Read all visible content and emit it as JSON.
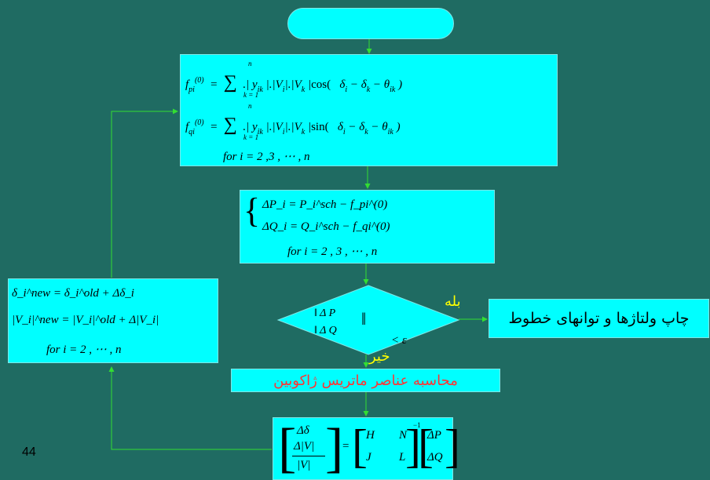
{
  "calc_f": {
    "line1_lhs": "f",
    "line1_fn": "cos(",
    "line2_lhs": "f",
    "line2_fn": "sin(",
    "sum_top": "n",
    "sum_bottom": "k = 1",
    "for_line": "for        i  =  2 ,3 , ⋯  ,  n"
  },
  "mismatch": {
    "line1": "ΔP_i = P_i^sch − f_pi^(0)",
    "line2": "ΔQ_i = Q_i^sch − f_qi^(0)",
    "for_line": "for          i  =   2 , 3 , ⋯   ,  n"
  },
  "decision": {
    "condition": "< ε",
    "yes_label": "بله",
    "no_label": "خیر"
  },
  "output_box": {
    "text": "چاپ ولتاژها و توانهای خطوط"
  },
  "jacobian_box": {
    "text": "محاسبه عناصر ماتریس ژاکوبین"
  },
  "update": {
    "line1": "δ_i^new = δ_i^old + Δδ_i",
    "line2": "|V_i|^new = |V_i|^old + Δ|V_i|",
    "for_line": "for      i  =  2 , ⋯  , n"
  },
  "matrix_eq": {
    "H": "H",
    "N": "N",
    "J": "J",
    "L": "L",
    "inv": "−1",
    "dP": "ΔP",
    "dQ": "ΔQ"
  },
  "page_number": "44",
  "colors": {
    "background": "#1f6b62",
    "box": "#00ffff",
    "arrow": "#33dd33",
    "yes_no": "#ffff00",
    "jacobian_text": "#ff3333"
  }
}
